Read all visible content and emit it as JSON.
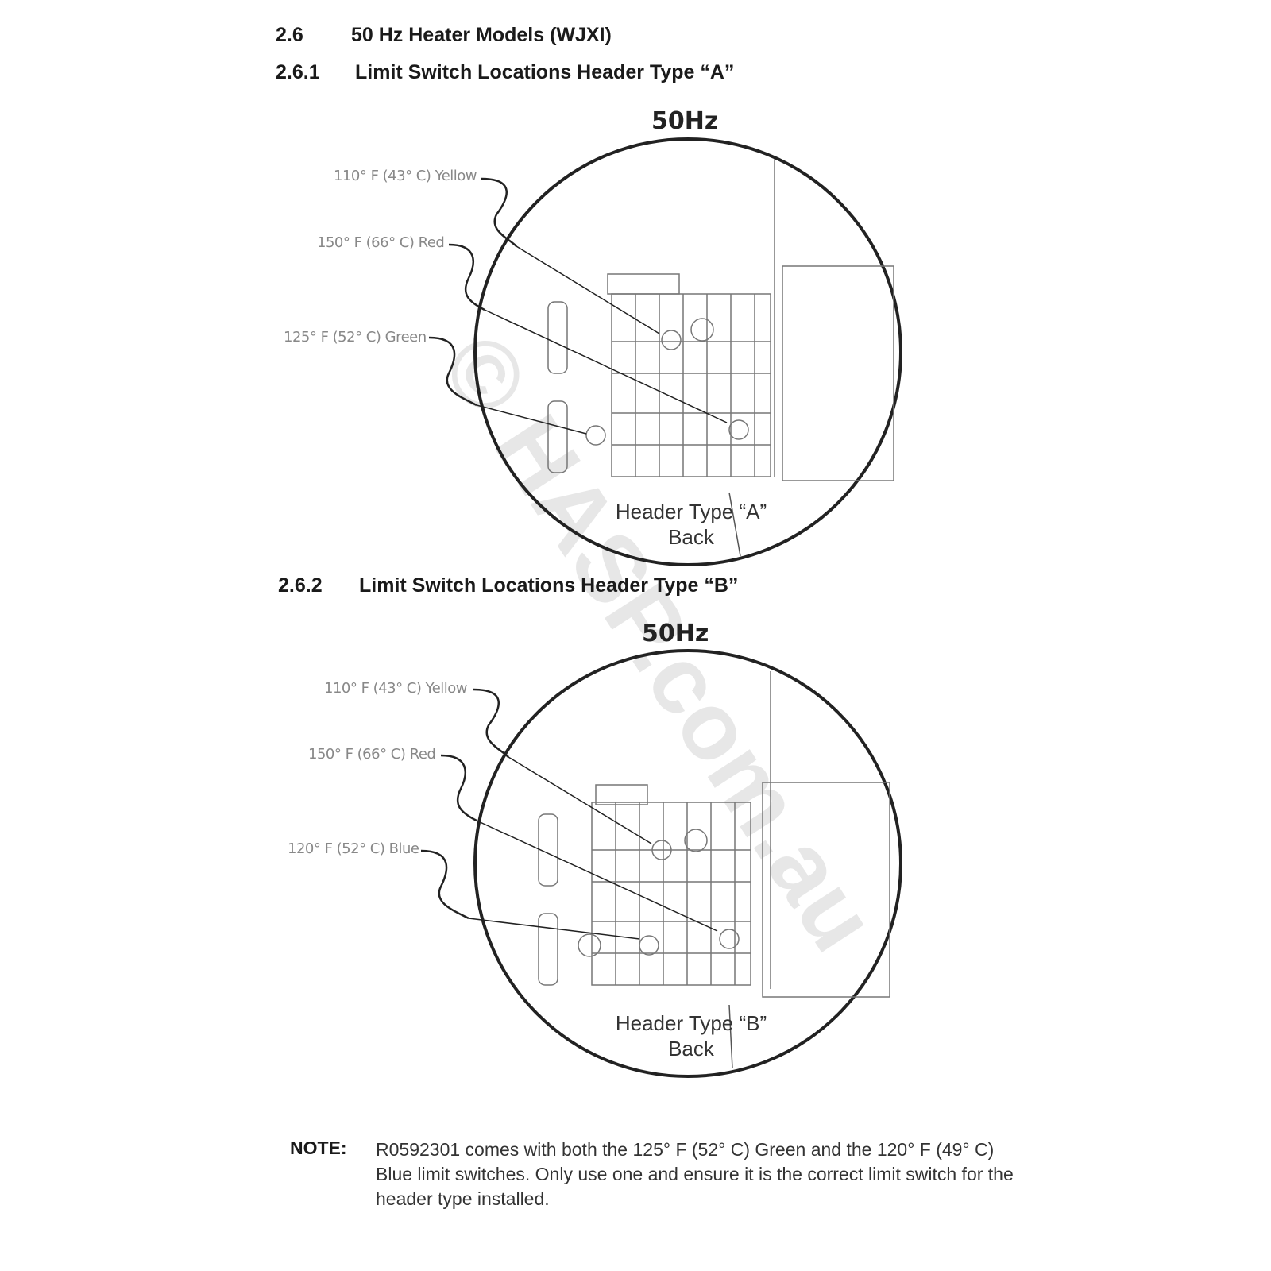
{
  "section": {
    "number": "2.6",
    "title": "50 Hz Heater Models (WJXI)"
  },
  "sub_a": {
    "number": "2.6.1",
    "title": "Limit Switch Locations Header Type “A”",
    "frequency": "50Hz",
    "labels": [
      "110° F (43° C) Yellow",
      "150° F (66° C) Red",
      "125° F (52° C) Green"
    ],
    "caption_line1": "Header Type “A”",
    "caption_line2": "Back"
  },
  "sub_b": {
    "number": "2.6.2",
    "title": "Limit Switch Locations Header Type “B”",
    "frequency": "50Hz",
    "labels": [
      "110° F (43° C) Yellow",
      "150° F (66° C) Red",
      "120° F (52° C) Blue"
    ],
    "caption_line1": "Header Type “B”",
    "caption_line2": "Back"
  },
  "note": {
    "label": "NOTE:",
    "text": "R0592301 comes with both the 125° F (52° C) Green and the 120° F (49° C) Blue limit switches. Only use one and ensure it is the correct limit switch for the header type installed."
  },
  "watermark": "© HASP.com.au"
}
